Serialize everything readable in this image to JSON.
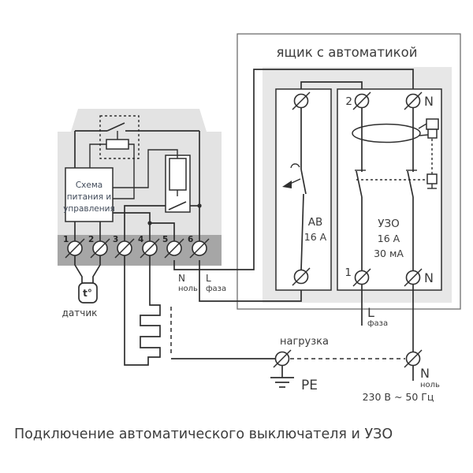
{
  "caption": "Подключение автоматического выключателя  и УЗО",
  "automation_box": {
    "title": "ящик с автоматикой",
    "breaker": {
      "name": "АВ",
      "rating": "16 А"
    },
    "rcd": {
      "name": "УЗО",
      "rating": "16 А",
      "leakage": "30 мА",
      "terminal_top_in": "2",
      "terminal_top_n": "N",
      "terminal_bottom_out": "1",
      "terminal_bottom_n": "N"
    }
  },
  "thermostat": {
    "control_unit": {
      "line1": "Схема",
      "line2": "питания и",
      "line3": "управления"
    },
    "terminals": [
      "1",
      "2",
      "3",
      "4",
      "5",
      "6"
    ],
    "sensor": {
      "symbol": "t°",
      "label": "датчик"
    },
    "neutral": {
      "letter": "N",
      "word": "ноль"
    },
    "phase": {
      "letter": "L",
      "word": "фаза"
    }
  },
  "output": {
    "load": "нагрузка",
    "pe": "PE",
    "phase": {
      "letter": "L",
      "word": "фаза"
    },
    "neutral": {
      "letter": "N",
      "word": "ноль"
    },
    "supply": "230 В ~ 50 Гц"
  },
  "colors": {
    "background": "#ffffff",
    "line": "#2f2f2f",
    "thermostat_body": "#e3e3e3",
    "terminal_strip": "#a6a6a6",
    "panel": "#e7e7e7",
    "text": "#3a3a3a",
    "control_text": "#414b5a"
  }
}
